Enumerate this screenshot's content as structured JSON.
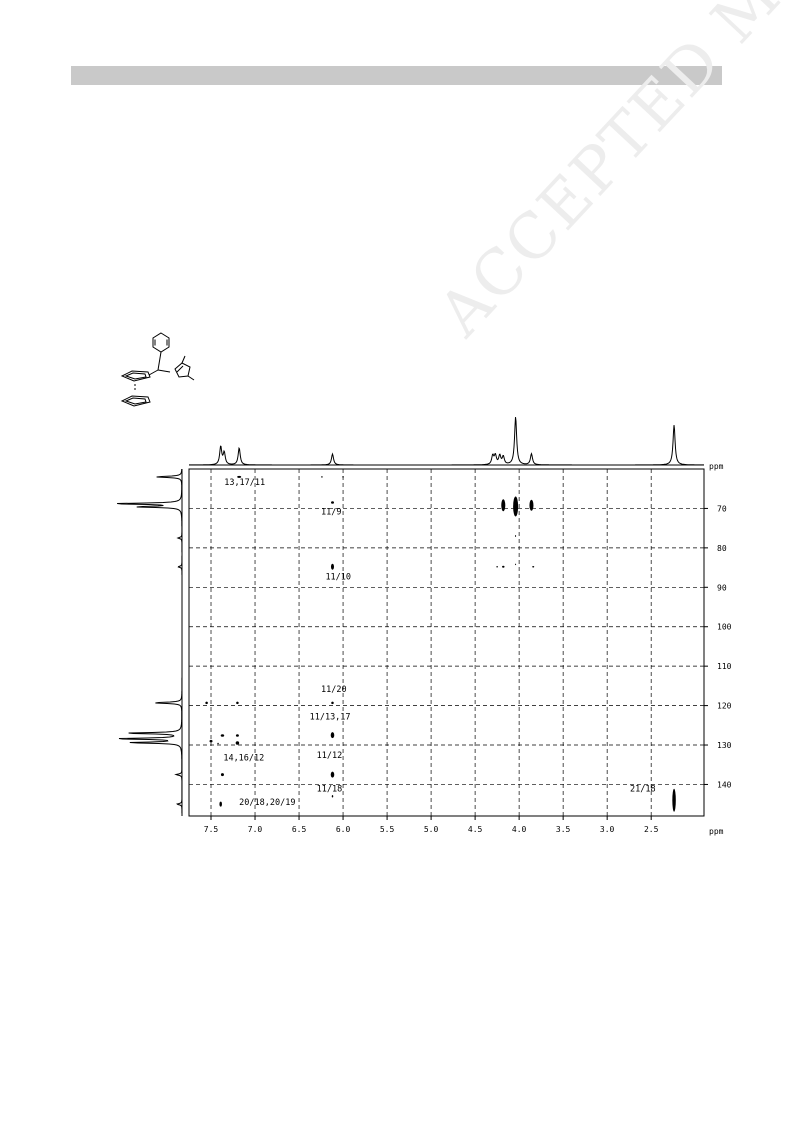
{
  "watermark": "ACCEPTED MANUSCRIPT",
  "chart_data": {
    "type": "2D NMR correlation (HMBC)",
    "x_axis": {
      "unit": "ppm",
      "direction": "descending",
      "range": [
        7.75,
        1.9
      ],
      "ticks": [
        7.5,
        7.0,
        6.5,
        6.0,
        5.5,
        5.0,
        4.5,
        4.0,
        3.5,
        3.0,
        2.5
      ],
      "tick_labels": [
        "7.5",
        "7.0",
        "6.5",
        "6.0",
        "5.5",
        "5.0",
        "4.5",
        "4.0",
        "3.5",
        "3.0",
        "2.5"
      ]
    },
    "y_axis": {
      "unit": "ppm",
      "direction": "ascending-downward",
      "range": [
        60,
        148
      ],
      "ticks": [
        70,
        80,
        90,
        100,
        110,
        120,
        130,
        140
      ],
      "tick_labels": [
        "70",
        "80",
        "90",
        "100",
        "110",
        "120",
        "130",
        "140"
      ]
    },
    "grid": true,
    "f2_projection_peaks": [
      {
        "x": 7.39,
        "h": 18
      },
      {
        "x": 7.35,
        "h": 12
      },
      {
        "x": 7.18,
        "h": 17
      },
      {
        "x": 6.12,
        "h": 11
      },
      {
        "x": 4.3,
        "h": 9
      },
      {
        "x": 4.27,
        "h": 9
      },
      {
        "x": 4.22,
        "h": 9
      },
      {
        "x": 4.18,
        "h": 8
      },
      {
        "x": 4.04,
        "h": 48
      },
      {
        "x": 3.86,
        "h": 11
      },
      {
        "x": 2.24,
        "h": 40
      }
    ],
    "f1_projection_peaks": [
      {
        "y": 62.0,
        "h": 26
      },
      {
        "y": 68.8,
        "h": 68
      },
      {
        "y": 69.6,
        "h": 44
      },
      {
        "y": 77.5,
        "h": 4
      },
      {
        "y": 84.8,
        "h": 4
      },
      {
        "y": 119.3,
        "h": 28
      },
      {
        "y": 127.0,
        "h": 56
      },
      {
        "y": 128.4,
        "h": 66
      },
      {
        "y": 129.4,
        "h": 52
      },
      {
        "y": 137.5,
        "h": 6
      },
      {
        "y": 145.0,
        "h": 5
      }
    ],
    "cross_peaks": [
      {
        "x": 7.18,
        "y": 62.0,
        "w": 4,
        "h": 2
      },
      {
        "x": 6.24,
        "y": 62.0,
        "w": 1.5,
        "h": 1.5
      },
      {
        "x": 6.0,
        "y": 62.0,
        "w": 1.5,
        "h": 1.5
      },
      {
        "x": 6.12,
        "y": 68.5,
        "w": 3,
        "h": 2.5
      },
      {
        "x": 4.18,
        "y": 69.2,
        "w": 4,
        "h": 12
      },
      {
        "x": 4.04,
        "y": 69.5,
        "w": 5,
        "h": 20
      },
      {
        "x": 3.86,
        "y": 69.2,
        "w": 4,
        "h": 11
      },
      {
        "x": 4.04,
        "y": 77.0,
        "w": 1,
        "h": 2
      },
      {
        "x": 4.25,
        "y": 84.8,
        "w": 1.5,
        "h": 1.5
      },
      {
        "x": 4.18,
        "y": 84.8,
        "w": 2.5,
        "h": 2
      },
      {
        "x": 4.04,
        "y": 84.2,
        "w": 1,
        "h": 1.5
      },
      {
        "x": 3.84,
        "y": 84.8,
        "w": 2,
        "h": 1.5
      },
      {
        "x": 6.12,
        "y": 84.8,
        "w": 3,
        "h": 6
      },
      {
        "x": 7.55,
        "y": 119.3,
        "w": 2.5,
        "h": 2.5
      },
      {
        "x": 7.2,
        "y": 119.3,
        "w": 2.5,
        "h": 2.5
      },
      {
        "x": 6.12,
        "y": 119.3,
        "w": 2.5,
        "h": 2.5
      },
      {
        "x": 7.5,
        "y": 129.0,
        "w": 3,
        "h": 2.5
      },
      {
        "x": 7.42,
        "y": 129.6,
        "w": 1.5,
        "h": 1.5
      },
      {
        "x": 7.37,
        "y": 127.6,
        "w": 3.5,
        "h": 2.5
      },
      {
        "x": 7.2,
        "y": 127.6,
        "w": 3,
        "h": 2.5
      },
      {
        "x": 7.2,
        "y": 129.5,
        "w": 3.5,
        "h": 3.5
      },
      {
        "x": 6.12,
        "y": 127.5,
        "w": 3.5,
        "h": 6
      },
      {
        "x": 7.37,
        "y": 137.5,
        "w": 3,
        "h": 3
      },
      {
        "x": 6.12,
        "y": 137.5,
        "w": 3.5,
        "h": 6
      },
      {
        "x": 6.12,
        "y": 143.0,
        "w": 1.5,
        "h": 2.5
      },
      {
        "x": 7.39,
        "y": 145.0,
        "w": 2.5,
        "h": 5
      },
      {
        "x": 2.24,
        "y": 144.0,
        "w": 3.5,
        "h": 23
      }
    ],
    "annotations": [
      {
        "text": "13,17/11",
        "x": 7.35,
        "y": 64.0
      },
      {
        "text": "11/9",
        "x": 6.25,
        "y": 71.5
      },
      {
        "text": "11/10",
        "x": 6.2,
        "y": 88.0
      },
      {
        "text": "11/20",
        "x": 6.25,
        "y": 116.6
      },
      {
        "text": "11/13,17",
        "x": 6.38,
        "y": 123.5
      },
      {
        "text": "11/12",
        "x": 6.3,
        "y": 133.3
      },
      {
        "text": "14,16/12",
        "x": 7.36,
        "y": 133.9
      },
      {
        "text": "11/18",
        "x": 6.3,
        "y": 141.8
      },
      {
        "text": "20/18,20/19",
        "x": 7.18,
        "y": 145.2
      },
      {
        "text": "21/18",
        "x": 2.74,
        "y": 141.8
      }
    ]
  }
}
